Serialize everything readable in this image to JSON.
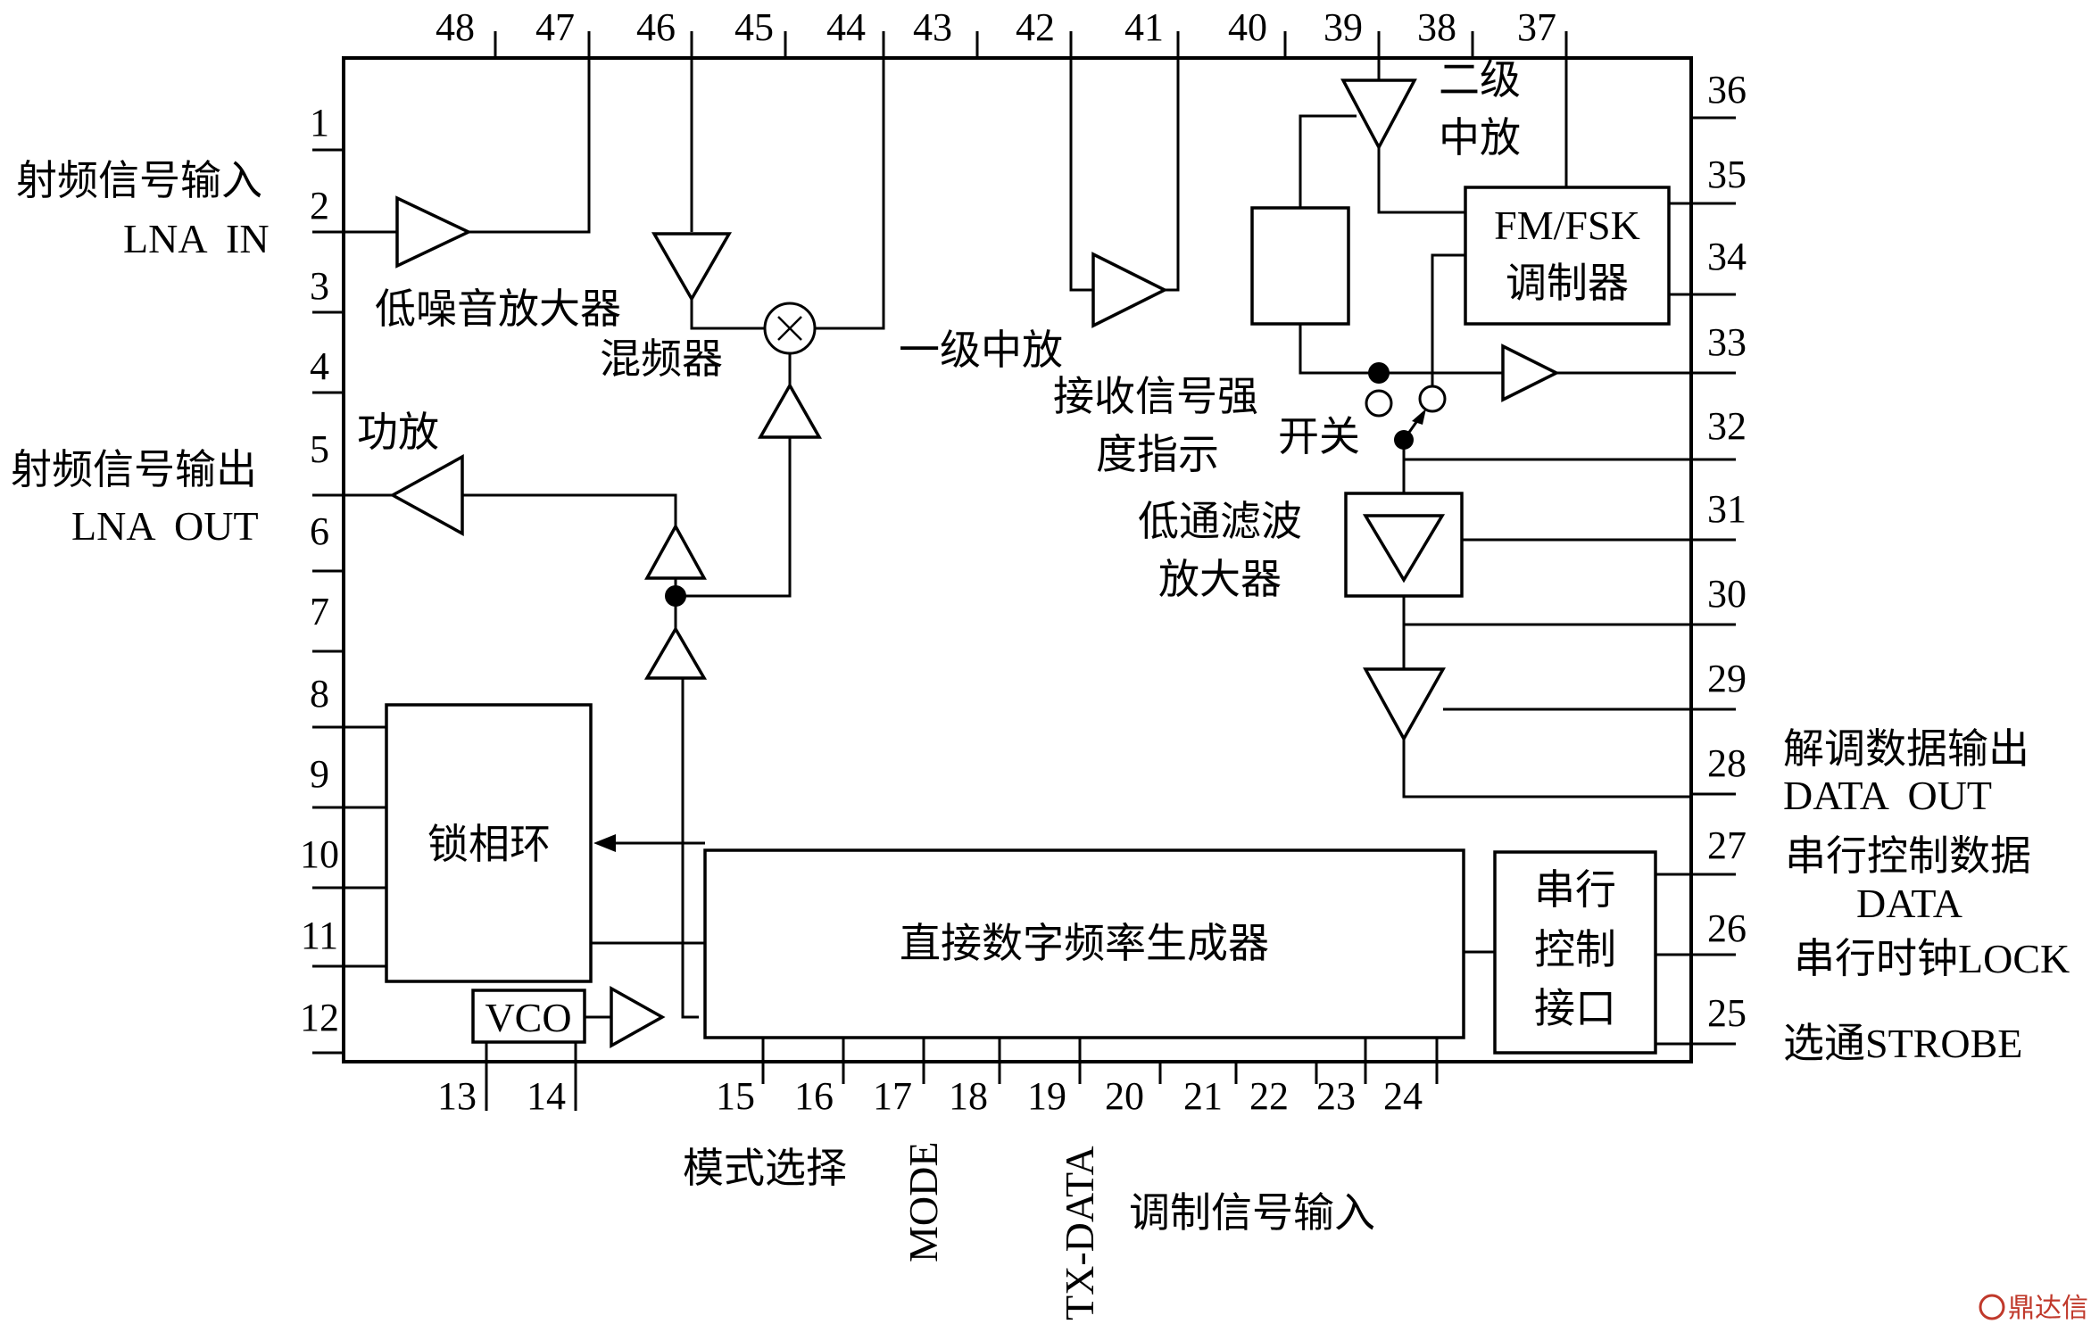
{
  "pins": {
    "p1": "1",
    "p2": "2",
    "p3": "3",
    "p4": "4",
    "p5": "5",
    "p6": "6",
    "p7": "7",
    "p8": "8",
    "p9": "9",
    "p10": "10",
    "p11": "11",
    "p12": "12",
    "p13": "13",
    "p14": "14",
    "p15": "15",
    "p16": "16",
    "p17": "17",
    "p18": "18",
    "p19": "19",
    "p20": "20",
    "p21": "21",
    "p22": "22",
    "p23": "23",
    "p24": "24",
    "p25": "25",
    "p26": "26",
    "p27": "27",
    "p28": "28",
    "p29": "29",
    "p30": "30",
    "p31": "31",
    "p32": "32",
    "p33": "33",
    "p34": "34",
    "p35": "35",
    "p36": "36",
    "p37": "37",
    "p38": "38",
    "p39": "39",
    "p40": "40",
    "p41": "41",
    "p42": "42",
    "p43": "43",
    "p44": "44",
    "p45": "45",
    "p46": "46",
    "p47": "47",
    "p48": "48"
  },
  "blocks": {
    "lna": "低噪音放大器",
    "mixer": "混频器",
    "if1": "一级中放",
    "if2_line1": "二级",
    "if2_line2": "中放",
    "fm_line1": "FM/FSK",
    "fm_line2": "调制器",
    "rssi_line1": "接收信号强",
    "rssi_line2": "度指示",
    "switch": "开关",
    "lpf_line1": "低通滤波",
    "lpf_line2": "放大器",
    "pa": "功放",
    "pll": "锁相环",
    "vco": "VCO",
    "dds": "直接数字频率生成器",
    "spi_line1": "串行",
    "spi_line2": "控制",
    "spi_line3": "接口"
  },
  "external": {
    "rf_in_line1": "射频信号输入",
    "rf_in_line2": "LNA  IN",
    "rf_out_line1": "射频信号输出",
    "rf_out_line2": "LNA  OUT",
    "data_out_line1": "解调数据输出",
    "data_out_line2": "DATA  OUT",
    "serial_data_line1": "串行控制数据",
    "serial_data_line2": "DATA",
    "serial_clock": "串行时钟LOCK",
    "strobe": "选通STROBE",
    "mode_select": "模式选择",
    "mode": "MODE",
    "tx_data": "TX-DATA",
    "mod_input": "调制信号输入"
  },
  "watermark": "鼎达信"
}
